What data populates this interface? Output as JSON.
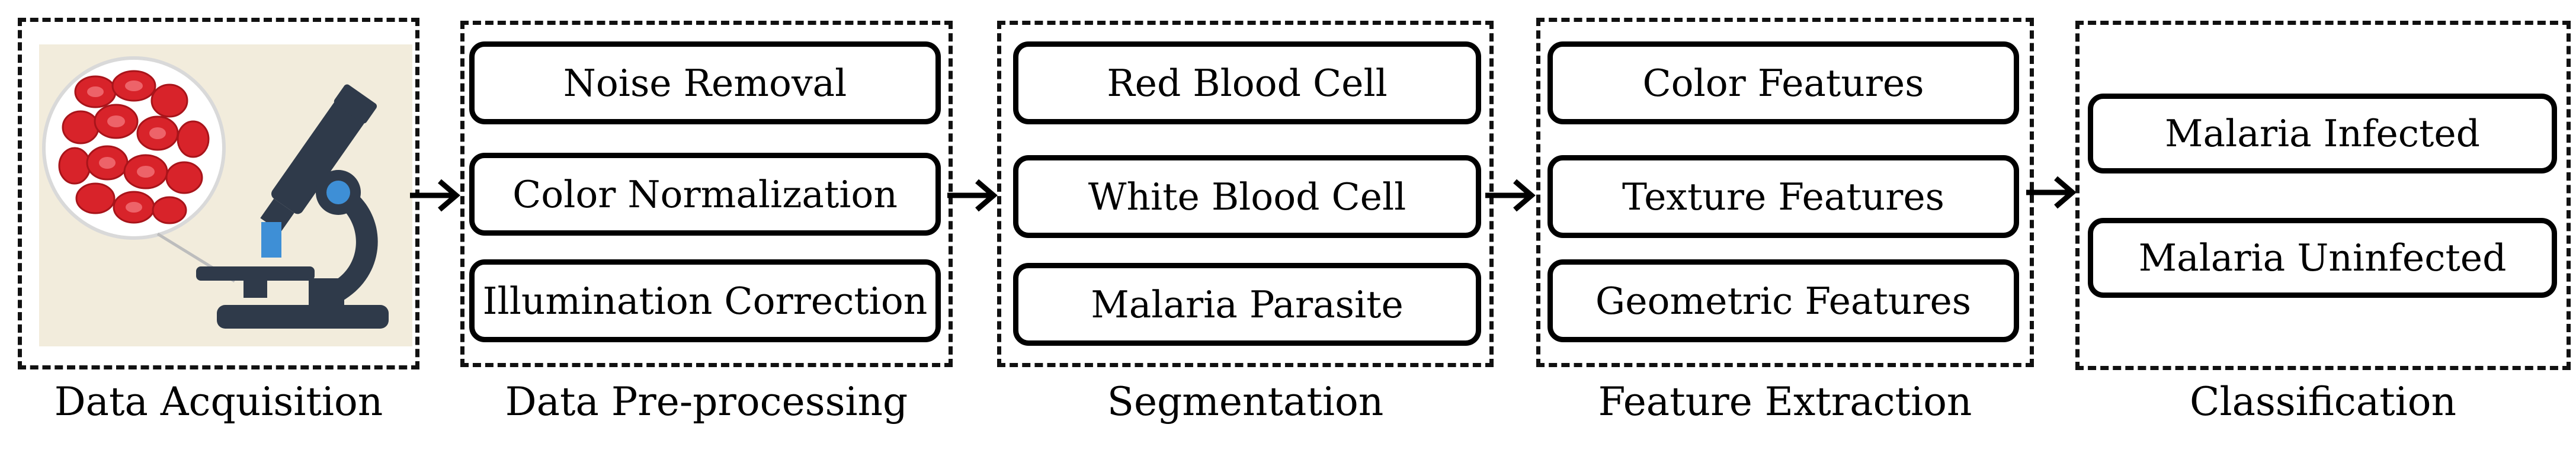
{
  "stages": [
    {
      "caption": "Data Acquisition",
      "items": []
    },
    {
      "caption": "Data Pre-processing",
      "items": [
        "Noise Removal",
        "Color Normalization",
        "Illumination Correction"
      ]
    },
    {
      "caption": "Segmentation",
      "items": [
        "Red Blood Cell",
        "White Blood Cell",
        "Malaria Parasite"
      ]
    },
    {
      "caption": "Feature Extraction",
      "items": [
        "Color Features",
        "Texture Features",
        "Geometric Features"
      ]
    },
    {
      "caption": "Classification",
      "items": [
        "Malaria Infected",
        "Malaria Uninfected"
      ]
    }
  ],
  "illustration": {
    "icon": "microscope-with-blood-cells",
    "background": "#f2ecdc",
    "cell_color": "#d8232a",
    "microscope_color": "#2f3a4a",
    "lens_color": "#3e8fd6"
  }
}
